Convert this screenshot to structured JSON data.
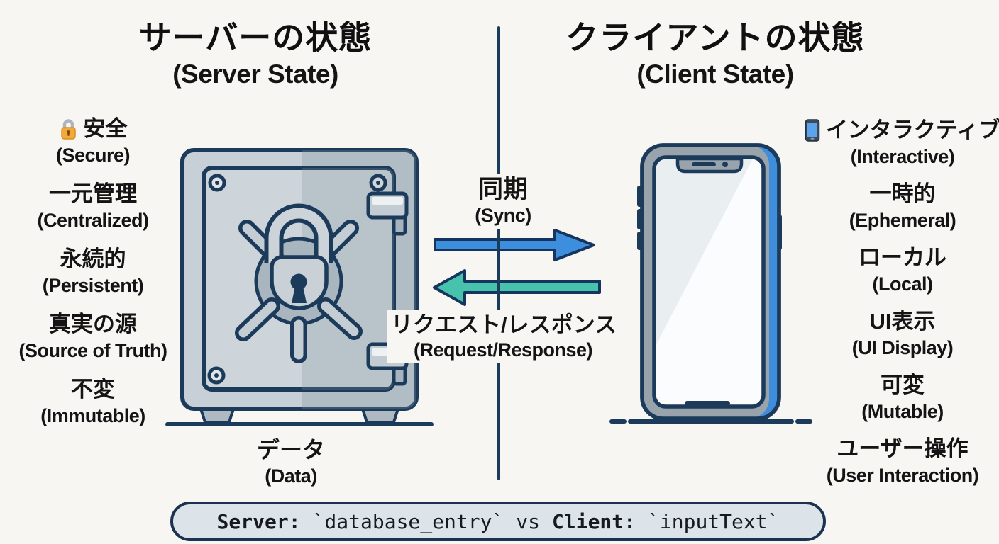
{
  "colors": {
    "background": "#f8f6f3",
    "outline_navy": "#1c3a5a",
    "sync_arrow_blue": "#3e8ede",
    "request_arrow_teal": "#47c2ad",
    "safe_gray": "#c7d0d6",
    "phone_blue": "#3f8edb",
    "pill_fill": "#dde4e9"
  },
  "left": {
    "title_ja": "サーバーの状態",
    "title_en": "(Server State)",
    "object": "safe-vault",
    "items": [
      {
        "icon": "lock-emoji",
        "ja": "安全",
        "en": "(Secure)"
      },
      {
        "ja": "一元管理",
        "en": "(Centralized)"
      },
      {
        "ja": "永続的",
        "en": "(Persistent)"
      },
      {
        "ja": "真実の源",
        "en": "(Source of Truth)"
      },
      {
        "ja": "不変",
        "en": "(Immutable)"
      }
    ],
    "caption_ja": "データ",
    "caption_en": "(Data)"
  },
  "right": {
    "title_ja": "クライアントの状態",
    "title_en": "(Client State)",
    "object": "smartphone",
    "items": [
      {
        "icon": "smartphone-emoji",
        "ja": "インタラクティブ",
        "en": "(Interactive)"
      },
      {
        "ja": "一時的",
        "en": "(Ephemeral)"
      },
      {
        "ja": "ローカル",
        "en": "(Local)"
      },
      {
        "ja": "UI表示",
        "en": "(UI Display)"
      },
      {
        "ja": "可変",
        "en": "(Mutable)"
      },
      {
        "ja": "ユーザー操作",
        "en": "(User Interaction)"
      }
    ]
  },
  "center": {
    "sync_ja": "同期",
    "sync_en": "(Sync)",
    "request_ja": "リクエスト/レスポンス",
    "request_en": "(Request/Response)"
  },
  "code_bar": {
    "server_label": "Server:",
    "server_value": "`database_entry`",
    "vs": "vs",
    "client_label": "Client:",
    "client_value": "`inputText`"
  }
}
